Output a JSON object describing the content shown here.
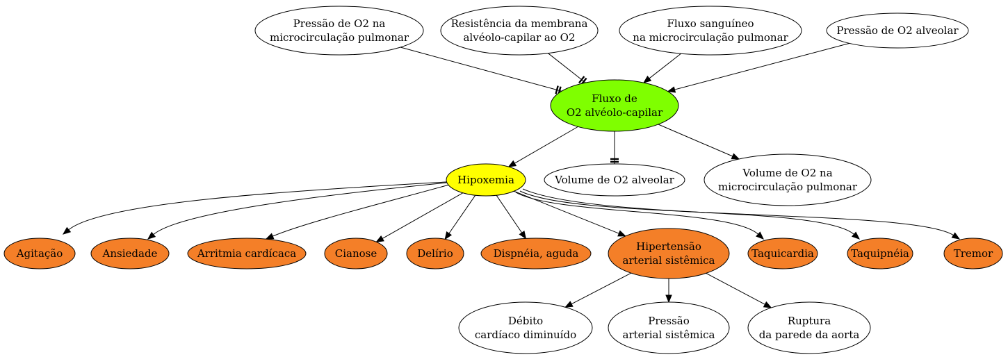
{
  "diagram": {
    "nodes": [
      {
        "id": "pressao_o2_micro",
        "lines": [
          "Pressão de O2 na",
          "microcirculação pulmonar"
        ],
        "color": "#ffffff"
      },
      {
        "id": "resistencia",
        "lines": [
          "Resistência da membrana",
          "alvéolo-capilar ao O2"
        ],
        "color": "#ffffff"
      },
      {
        "id": "fluxo_sanguineo",
        "lines": [
          "Fluxo sanguíneo",
          "na microcirculação pulmonar"
        ],
        "color": "#ffffff"
      },
      {
        "id": "pressao_o2_alveolar",
        "lines": [
          "Pressão de O2 alveolar"
        ],
        "color": "#ffffff"
      },
      {
        "id": "fluxo_o2",
        "lines": [
          "Fluxo de",
          "O2 alvéolo-capilar"
        ],
        "color": "#7fff00"
      },
      {
        "id": "hipoxemia",
        "lines": [
          "Hipoxemia"
        ],
        "color": "#ffff00"
      },
      {
        "id": "volume_o2_alveolar",
        "lines": [
          "Volume de O2 alveolar"
        ],
        "color": "#ffffff"
      },
      {
        "id": "volume_o2_micro",
        "lines": [
          "Volume de O2 na",
          "microcirculação pulmonar"
        ],
        "color": "#ffffff"
      },
      {
        "id": "agitacao",
        "lines": [
          "Agitação"
        ],
        "color": "#f47f28"
      },
      {
        "id": "ansiedade",
        "lines": [
          "Ansiedade"
        ],
        "color": "#f47f28"
      },
      {
        "id": "arritmia",
        "lines": [
          "Arritmia cardícaca"
        ],
        "color": "#f47f28"
      },
      {
        "id": "cianose",
        "lines": [
          "Cianose"
        ],
        "color": "#f47f28"
      },
      {
        "id": "delirio",
        "lines": [
          "Delírio"
        ],
        "color": "#f47f28"
      },
      {
        "id": "dispneia",
        "lines": [
          "Dispnéia, aguda"
        ],
        "color": "#f47f28"
      },
      {
        "id": "hipertensao",
        "lines": [
          "Hipertensão",
          "arterial sistêmica"
        ],
        "color": "#f47f28"
      },
      {
        "id": "taquicardia",
        "lines": [
          "Taquicardia"
        ],
        "color": "#f47f28"
      },
      {
        "id": "taquipneia",
        "lines": [
          "Taquipnéia"
        ],
        "color": "#f47f28"
      },
      {
        "id": "tremor",
        "lines": [
          "Tremor"
        ],
        "color": "#f47f28"
      },
      {
        "id": "debito",
        "lines": [
          "Débito",
          "cardíaco diminuído"
        ],
        "color": "#ffffff"
      },
      {
        "id": "pressao_arterial",
        "lines": [
          "Pressão",
          "arterial sistêmica"
        ],
        "color": "#ffffff"
      },
      {
        "id": "ruptura",
        "lines": [
          "Ruptura",
          "da parede da aorta"
        ],
        "color": "#ffffff"
      }
    ],
    "edges": [
      {
        "from": "pressao_o2_micro",
        "to": "fluxo_o2",
        "head": "tee-double"
      },
      {
        "from": "resistencia",
        "to": "fluxo_o2",
        "head": "tee-double"
      },
      {
        "from": "fluxo_sanguineo",
        "to": "fluxo_o2",
        "head": "arrow"
      },
      {
        "from": "pressao_o2_alveolar",
        "to": "fluxo_o2",
        "head": "arrow"
      },
      {
        "from": "fluxo_o2",
        "to": "hipoxemia",
        "head": "arrow"
      },
      {
        "from": "fluxo_o2",
        "to": "volume_o2_alveolar",
        "head": "tee-double"
      },
      {
        "from": "fluxo_o2",
        "to": "volume_o2_micro",
        "head": "arrow"
      },
      {
        "from": "hipoxemia",
        "to": "agitacao",
        "head": "arrow"
      },
      {
        "from": "hipoxemia",
        "to": "ansiedade",
        "head": "arrow"
      },
      {
        "from": "hipoxemia",
        "to": "arritmia",
        "head": "arrow"
      },
      {
        "from": "hipoxemia",
        "to": "cianose",
        "head": "arrow"
      },
      {
        "from": "hipoxemia",
        "to": "delirio",
        "head": "arrow"
      },
      {
        "from": "hipoxemia",
        "to": "dispneia",
        "head": "arrow"
      },
      {
        "from": "hipoxemia",
        "to": "hipertensao",
        "head": "arrow"
      },
      {
        "from": "hipoxemia",
        "to": "taquicardia",
        "head": "arrow"
      },
      {
        "from": "hipoxemia",
        "to": "taquipneia",
        "head": "arrow"
      },
      {
        "from": "hipoxemia",
        "to": "tremor",
        "head": "arrow"
      },
      {
        "from": "hipertensao",
        "to": "debito",
        "head": "arrow"
      },
      {
        "from": "hipertensao",
        "to": "pressao_arterial",
        "head": "arrow"
      },
      {
        "from": "hipertensao",
        "to": "ruptura",
        "head": "arrow"
      }
    ]
  }
}
